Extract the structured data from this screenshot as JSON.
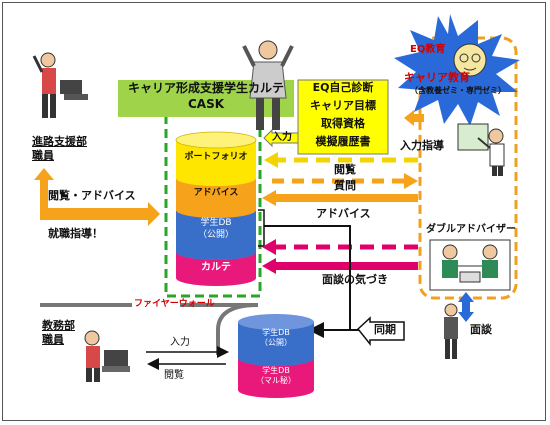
{
  "cask": {
    "header_line1": "キャリア形成支援学生カルテ",
    "header_line2": "CASK",
    "layers": {
      "portfolio": "ポートフォリオ",
      "advice": "アドバイス",
      "studentdb_line1": "学生DB",
      "studentdb_line2": "（公開）",
      "karte": "カルテ"
    }
  },
  "eq_box": {
    "items": [
      "EQ自己診断",
      "キャリア目標",
      "取得資格",
      "模擬履歴書"
    ]
  },
  "labels": {
    "input_top": "入力",
    "browse": "閲覧",
    "question": "質問",
    "advice": "アドバイス",
    "interview_awareness": "面談の気づき",
    "sync": "同期",
    "firewall": "ファイヤーウォール",
    "input_bottom": "入力",
    "browse_bottom": "閲覧",
    "input_guidance": "入力指導",
    "interview": "面談",
    "browse_advice": "閲覧・アドバイス",
    "job_guidance": "就職指導！"
  },
  "career_dept": {
    "line1": "進路支援部",
    "line2": "職員"
  },
  "academic_dept": {
    "line1": "教務部",
    "line2": "職員"
  },
  "starburst": {
    "eq_education": "EQ教育",
    "career_education": "キャリア教育",
    "subtitle": "（含教養ゼミ・専門ゼミ）"
  },
  "double_advisor": "ダブルアドバイザー",
  "lower_db": {
    "public_line1": "学生DB",
    "public_line2": "（公開）",
    "secret_line1": "学生DB",
    "secret_line2": "（マル秘）"
  },
  "colors": {
    "portfolio": "#ffe600",
    "advice": "#f7a21b",
    "studentdb": "#3a6fc9",
    "karte": "#e8197a",
    "cask_header": "#9ed34a",
    "eq_box": "#ffff00",
    "dashed_green": "#2aa52a",
    "dashed_orange": "#f0a020",
    "arrow_yellow": "#f3d400",
    "arrow_orange": "#f7a21b",
    "arrow_pink": "#e0006b",
    "star_blue": "#2a6ad8"
  }
}
